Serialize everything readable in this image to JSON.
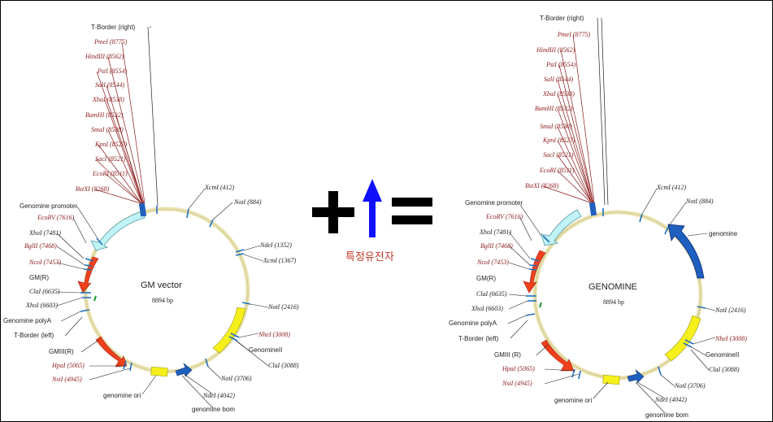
{
  "left_map": {
    "name": "GM vector",
    "size": "8894 bp",
    "sites_top": [
      "T-Border (right)",
      "PmeI (8775)",
      "HindIII (8562)",
      "PstI (8554)",
      "SalI (8544)",
      "XbaI (8538)",
      "BamHI (8532)",
      "SmaI (8530)",
      "KpnI (8527)",
      "SacI (8521)",
      "EcoRI (8511)",
      "BstXI (8268)"
    ],
    "sites_left": [
      "Genomine promoter",
      "EcoRV (7616)",
      "XhoI (7481)",
      "BglII (7468)",
      "NcoI (7453)",
      "GM(R)",
      "ClaI (6635)",
      "XhoI (6603)",
      "Genomine polyA",
      "T-Border (left)",
      "GMIII(R)",
      "HpaI (5065)",
      "NsiI (4945)"
    ],
    "sites_bottom": [
      "genomine ori",
      "NdeI (4042)",
      "genomine bom"
    ],
    "sites_right": [
      "XcmI (412)",
      "NotI (884)",
      "NdeI (1352)",
      "XcmI (1367)",
      "NotI (2416)",
      "NheI (3008)",
      "GenomineII",
      "ClaI (3088)",
      "NotI (3706)"
    ]
  },
  "right_map": {
    "name": "GENOMINE",
    "size": "8894 bp",
    "sites_top": [
      "T-Border (right)",
      "PmeI (8775)",
      "HindIII (8562)",
      "PstI (8554)",
      "SalI (8544)",
      "XbaI (8538)",
      "BamHI (8532)",
      "SmaI (8530)",
      "KpnI (8527)",
      "SacI (8521)",
      "EcoRI (8511)",
      "BstXI (8268)"
    ],
    "sites_left": [
      "Genomine promoter",
      "EcoRV (7616)",
      "XhoI (7481)",
      "BglII (7468)",
      "NcoI (7453)",
      "GM(R)",
      "ClaI (6635)",
      "XhoI (6603)",
      "Genomine polyA",
      "T-Border (left)",
      "GMIII (R)",
      "HpaI (5065)",
      "NsiI (4945)"
    ],
    "sites_bottom": [
      "genomine ori",
      "NdeI (4042)",
      "genomine bom"
    ],
    "sites_right": [
      "XcmI (412)",
      "NotI (884)",
      "genomine",
      "NotI (2416)",
      "NheI (3008)",
      "GenomineII",
      "ClaI (3088)",
      "NotI (3706)"
    ]
  },
  "equation_label": "특정유전자",
  "colors": {
    "promoter": "#bff3f7",
    "resistance": "#f0401c",
    "yellow": "#f5f01c",
    "blue": "#1f5fbf",
    "backbone": "#e9e2b0",
    "red_text": "#8b1a1a",
    "arrow": "#1010ff"
  }
}
